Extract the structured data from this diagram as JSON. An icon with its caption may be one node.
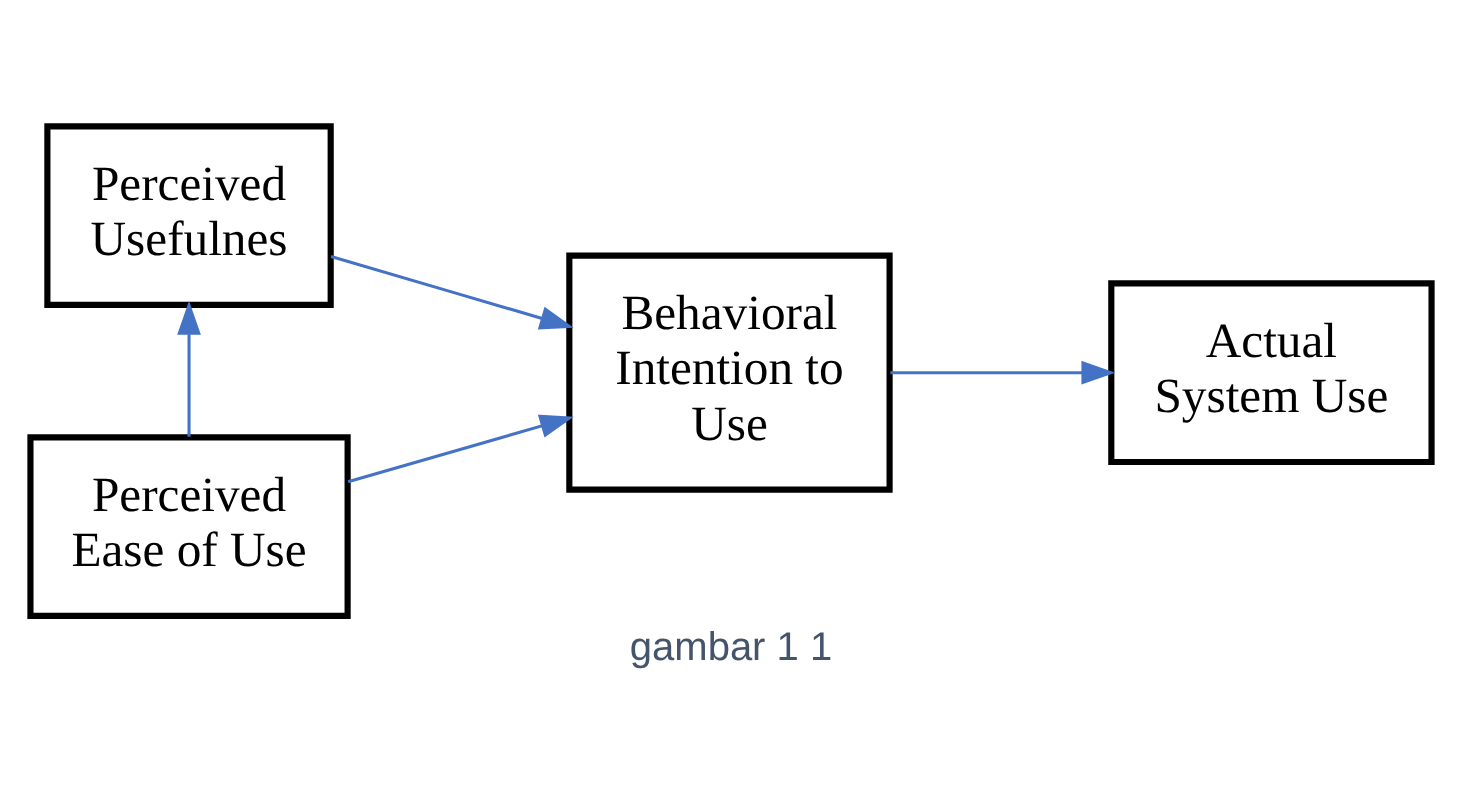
{
  "diagram": {
    "caption": "gambar 1 1",
    "nodes": [
      {
        "text": [
          "Perceived Usefulnes"
        ]
      },
      {
        "text": [
          "Behavioral Intention to Use"
        ]
      },
      {
        "text": [
          "Actual System Use"
        ]
      },
      {
        "text": [
          "Perceived Ease of Use"
        ]
      }
    ],
    "edges": [
      {
        "from": 3,
        "to": 0,
        "arrow": "to"
      },
      {
        "from": 0,
        "to": 1,
        "arrow": "to"
      },
      {
        "from": 3,
        "to": 1,
        "arrow": "to"
      },
      {
        "from": 1,
        "to": 2,
        "arrow": "to"
      }
    ]
  }
}
